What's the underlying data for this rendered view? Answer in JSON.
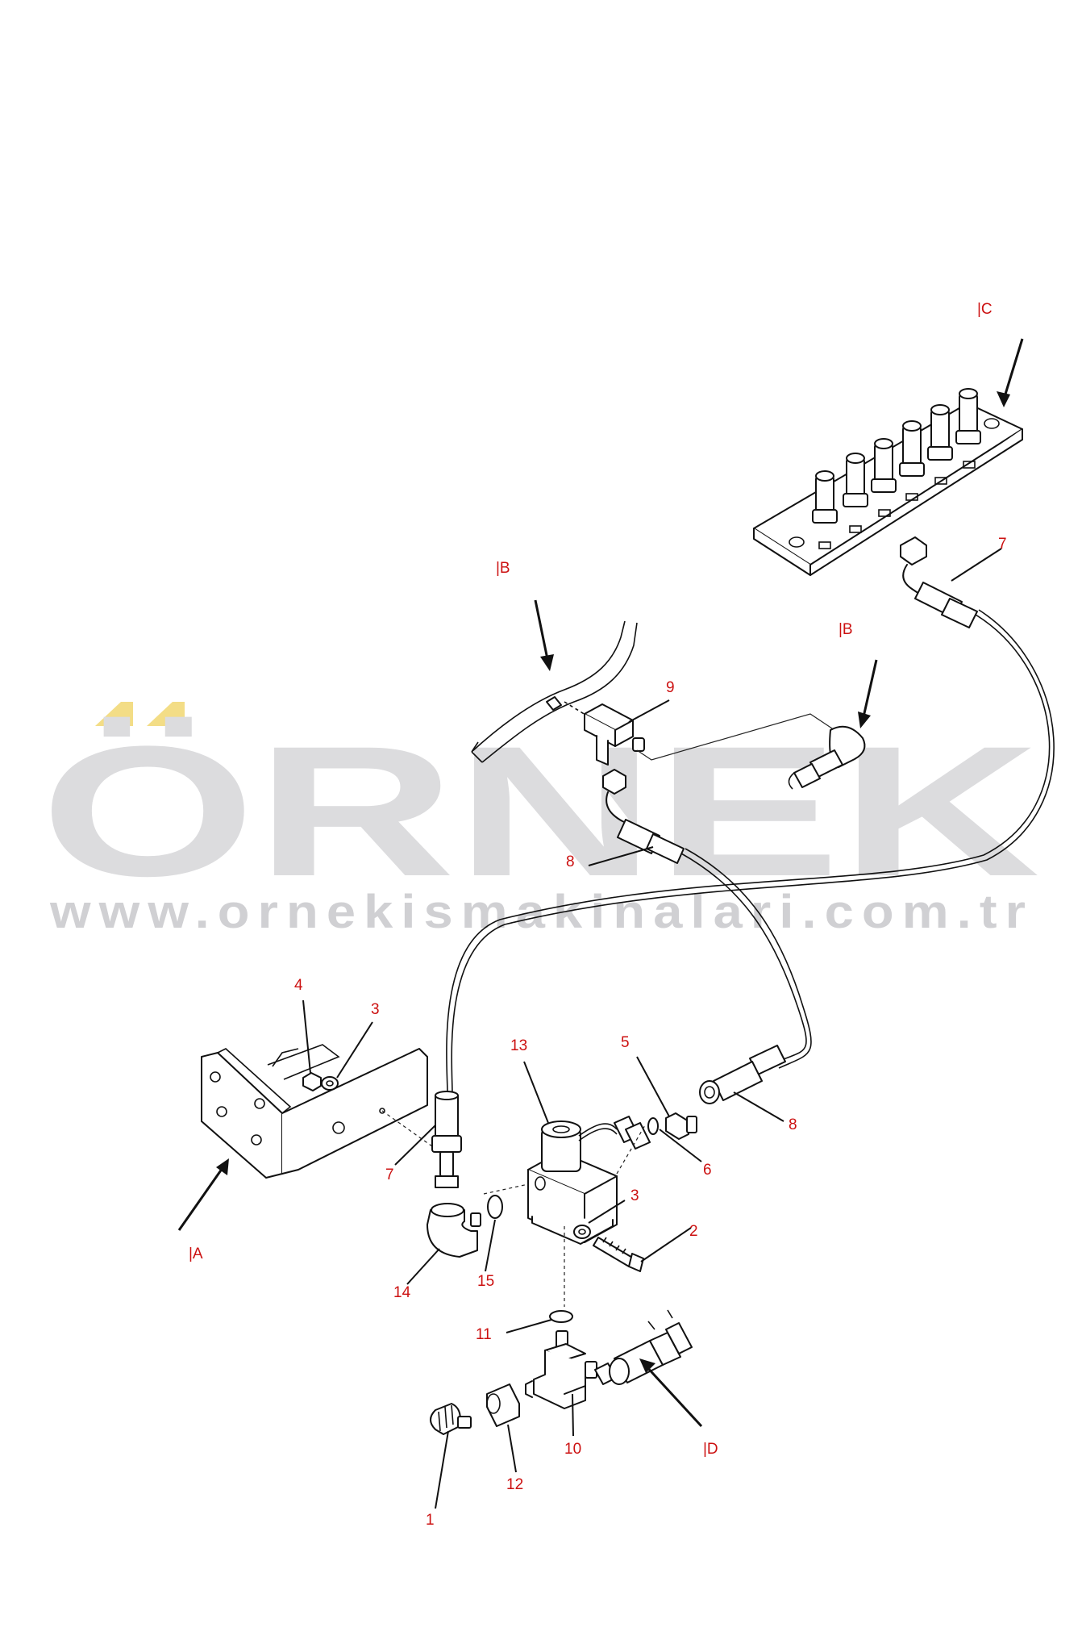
{
  "watermark": {
    "brand": "ÖRNEK",
    "url": "www.ornekismakinalari.com.tr",
    "color_text": "#dcdcde",
    "color_accent": "#f3dd86"
  },
  "callouts": {
    "n1": "1",
    "n2": "2",
    "n3a": "3",
    "n3b": "3",
    "n4": "4",
    "n5": "5",
    "n6": "6",
    "n7a": "7",
    "n7b": "7",
    "n8a": "8",
    "n8b": "8",
    "n9": "9",
    "n10": "10",
    "n11": "11",
    "n12": "12",
    "n13": "13",
    "n14": "14",
    "n15": "15"
  },
  "views": {
    "A": "|A",
    "B1": "|B",
    "B2": "|B",
    "C": "|C",
    "D": "|D"
  },
  "colors": {
    "callout": "#cc1111",
    "line": "#111111"
  }
}
